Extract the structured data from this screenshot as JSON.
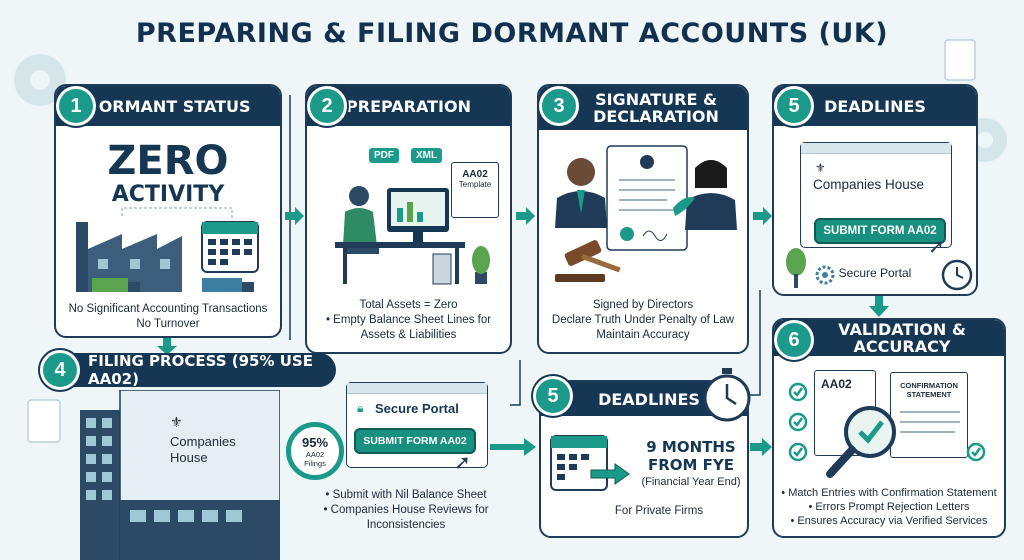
{
  "title": "PREPARING & FILING DORMANT ACCOUNTS (UK)",
  "colors": {
    "navy": "#163754",
    "teal": "#1b9a8a",
    "background": "#eef6f8"
  },
  "step1": {
    "number": "1",
    "heading": "DORMANT STATUS",
    "big_line1": "ZERO",
    "big_line2": "ACTIVITY",
    "caption_line1": "No Significant Accounting Transactions",
    "caption_line2": "No Turnover"
  },
  "step2": {
    "number": "2",
    "heading": "PREPARATION",
    "doc_pdf": "PDF",
    "doc_xml": "XML",
    "doc_aa02": "AA02",
    "doc_template": "Template",
    "caption_line1": "Total Assets = Zero",
    "caption_line2": "• Empty Balance Sheet Lines for",
    "caption_line3": "Assets & Liabilities"
  },
  "step3": {
    "number": "3",
    "heading_line1": "SIGNATURE &",
    "heading_line2": "DECLARATION",
    "caption_line1": "Signed by Directors",
    "caption_line2": "Declare Truth Under Penalty of Law",
    "caption_line3": "Maintain Accuracy"
  },
  "step5a": {
    "number": "5",
    "heading": "DEADLINES",
    "portal_name": "Companies House",
    "button": "SUBMIT FORM AA02",
    "caption": "Secure Portal"
  },
  "step4": {
    "number": "4",
    "heading": "FILING PROCESS (95% USE AA02)",
    "building_line1": "Companies",
    "building_line2": "House",
    "stat_value": "95%",
    "stat_line1": "AA02",
    "stat_line2": "Filings",
    "portal_title": "Secure Portal",
    "button": "SUBMIT FORM AA02",
    "caption_line1": "• Submit with Nil Balance Sheet",
    "caption_line2": "• Companies House Reviews for",
    "caption_line3": "Inconsistencies"
  },
  "step5b": {
    "number": "5",
    "heading": "DEADLINES",
    "months_line1": "9 MONTHS",
    "months_line2": "FROM FYE",
    "fye": "(Financial Year End)",
    "caption": "For Private Firms"
  },
  "step6": {
    "number": "6",
    "heading": "VALIDATION & ACCURACY",
    "doc_aa02": "AA02",
    "doc_conf_line1": "CONFIRMATION",
    "doc_conf_line2": "STATEMENT",
    "caption_line1": "• Match Entries with Confirmation Statement",
    "caption_line2": "• Errors Prompt Rejection Letters",
    "caption_line3": "• Ensures Accuracy via Verified Services"
  }
}
